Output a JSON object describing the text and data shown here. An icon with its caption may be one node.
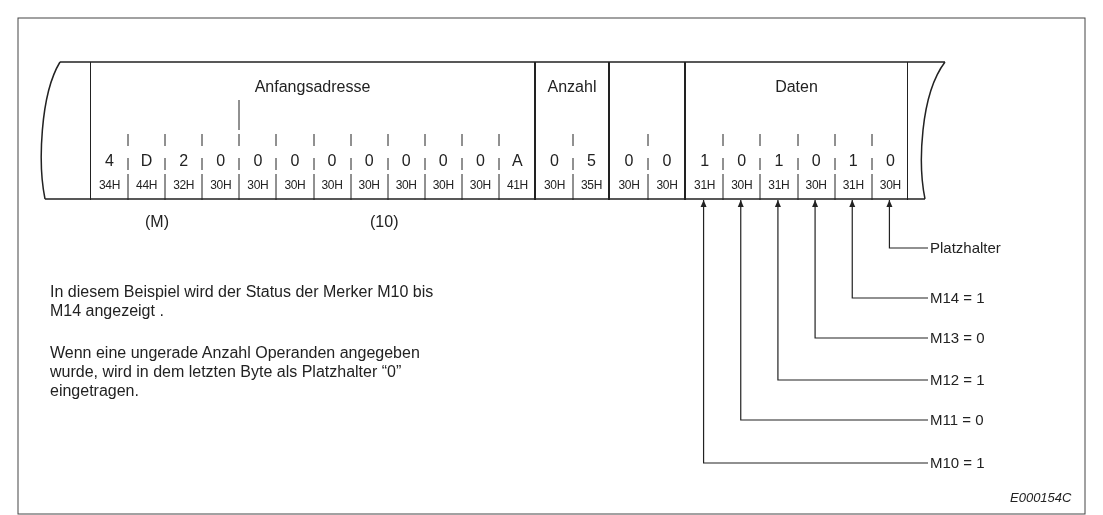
{
  "diagram": {
    "nodes": [
      {
        "text": [
          "Anfangsadresse"
        ]
      },
      {
        "text": [
          "4",
          "34H"
        ],
        "in": 0
      },
      {
        "text": [
          "D",
          "44H"
        ],
        "in": 0
      },
      {
        "text": [
          "2",
          "32H"
        ],
        "in": 0
      },
      {
        "text": [
          "0",
          "30H"
        ],
        "in": 0
      },
      {
        "text": [
          "0",
          "30H"
        ],
        "in": 0
      },
      {
        "text": [
          "0",
          "30H"
        ],
        "in": 0
      },
      {
        "text": [
          "0",
          "30H"
        ],
        "in": 0
      },
      {
        "text": [
          "0",
          "30H"
        ],
        "in": 0
      },
      {
        "text": [
          "0",
          "30H"
        ],
        "in": 0
      },
      {
        "text": [
          "0",
          "30H"
        ],
        "in": 0
      },
      {
        "text": [
          "0",
          "30H"
        ],
        "in": 0
      },
      {
        "text": [
          "A",
          "41H"
        ],
        "in": 0
      },
      {
        "text": [
          "Anzahl"
        ]
      },
      {
        "text": [
          "0",
          "30H"
        ],
        "in": 13
      },
      {
        "text": [
          "5",
          "35H"
        ],
        "in": 13
      },
      {
        "text": [],
        "shape": "box"
      },
      {
        "text": [
          "0",
          "30H"
        ],
        "in": 16
      },
      {
        "text": [
          "0",
          "30H"
        ],
        "in": 16
      },
      {
        "text": [
          "Daten"
        ]
      },
      {
        "text": [
          "1",
          "31H"
        ],
        "in": 19
      },
      {
        "text": [
          "0",
          "30H"
        ],
        "in": 19
      },
      {
        "text": [
          "1",
          "31H"
        ],
        "in": 19
      },
      {
        "text": [
          "0",
          "30H"
        ],
        "in": 19
      },
      {
        "text": [
          "1",
          "31H"
        ],
        "in": 19
      },
      {
        "text": [
          "0",
          "30H"
        ],
        "in": 19
      },
      {
        "text": [
          "Platzhalter"
        ]
      },
      {
        "text": [
          "M14 = 1"
        ]
      },
      {
        "text": [
          "M13 = 0"
        ]
      },
      {
        "text": [
          "M12 = 1"
        ]
      },
      {
        "text": [
          "M11 = 0"
        ]
      },
      {
        "text": [
          "M10 = 1"
        ]
      }
    ],
    "edges": [
      {
        "from": 26,
        "to": 25,
        "arrow": "to"
      },
      {
        "from": 27,
        "to": 24,
        "arrow": "to"
      },
      {
        "from": 28,
        "to": 23,
        "arrow": "to"
      },
      {
        "from": 29,
        "to": 22,
        "arrow": "to"
      },
      {
        "from": 30,
        "to": 21,
        "arrow": "to"
      },
      {
        "from": 31,
        "to": 20,
        "arrow": "to"
      }
    ],
    "labels": [
      "(M)",
      "(10)",
      "In diesem Beispiel wird der Status der Merker M10 bis M14 angezeigt .",
      "Wenn eine ungerade Anzahl Operanden angegeben wurde, wird in dem letzten Byte als Platzhalter “0” eingetragen.",
      "E000154C"
    ]
  }
}
